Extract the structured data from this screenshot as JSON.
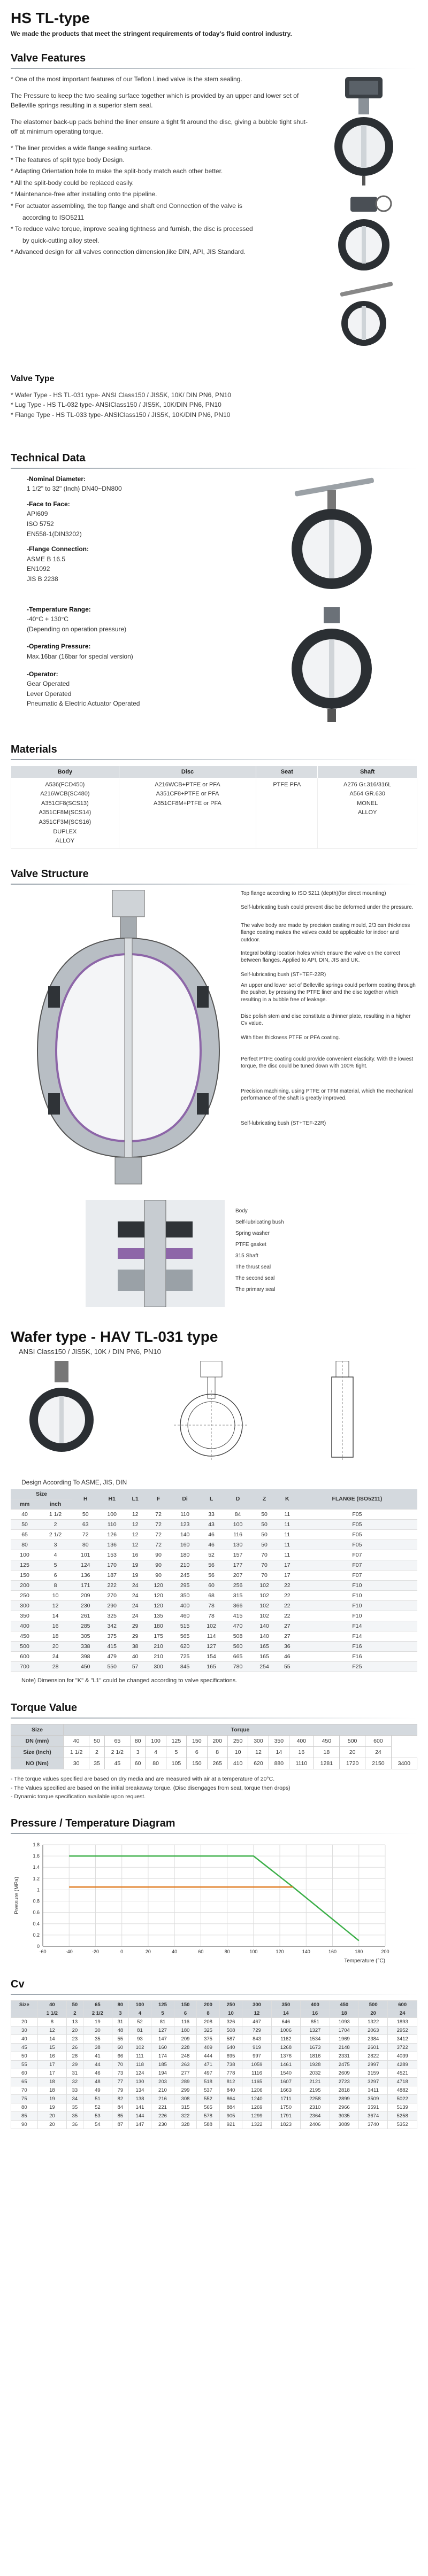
{
  "header": {
    "title": "HS TL-type",
    "intro": "We made the products that meet the stringent requirements of today's fluid control industry."
  },
  "valve_features": {
    "title": "Valve Features",
    "paragraphs": [
      "* One of the most important features of our Teflon Lined valve is the stem sealing.",
      "The Pressure to keep the two sealing surface together which is provided by an upper and lower set of Belleville springs resulting in a superior stem seal.",
      "The elastomer back-up pads behind the liner ensure a tight fit around the disc, giving a bubble tight shut-off at minimum operating torque."
    ],
    "bullets": [
      "* The liner provides a wide flange sealing surface.",
      "* The features of split type body Design.",
      "* Adapting Orientation hole to make the split-body match each other better.",
      "* All the split-body could be replaced easily.",
      "* Maintenance-free after installing onto the pipeline.",
      "* For actuator assembling, the top flange and shaft end Connection of the valve is",
      "according to ISO5211",
      "* To reduce valve torque, improve sealing tightness and furnish, the disc is processed",
      "by quick-cutting alloy steel.",
      "* Advanced design for all valves connection dimension,like DIN, API, JIS Standard."
    ]
  },
  "valve_type": {
    "title": "Valve Type",
    "items": [
      "* Wafer Type - HS TL-031 type- ANSI Class150 / JIS5K, 10K/ DIN PN6, PN10",
      "* Lug Type  - HS TL-032 type- ANSIClass150 / JIS5K, 10K/DIN PN6, PN10",
      "* Flange Type - HS TL-033 type- ANSIClass150 / JIS5K, 10K/DIN PN6, PN10"
    ]
  },
  "technical_data": {
    "title": "Technical Data",
    "nominal": {
      "label": "-Nominal Diameter:",
      "lines": [
        "1 1/2\" to 32\" (Inch) DN40~DN800"
      ]
    },
    "face": {
      "label": "-Face to Face:",
      "lines": [
        "API609",
        "ISO 5752",
        "EN558-1(DIN3202)"
      ]
    },
    "flange": {
      "label": "-Flange Connection:",
      "lines": [
        "ASME B 16.5",
        "EN1092",
        "JIS B 2238"
      ]
    },
    "temp": {
      "label": "-Temperature Range:",
      "lines": [
        "-40°C + 130°C",
        "(Depending on operation pressure)"
      ]
    },
    "pressure": {
      "label": "-Operating Pressure:",
      "lines": [
        "Max.16bar (16bar for special version)"
      ]
    },
    "operator": {
      "label": "-Operator:",
      "lines": [
        "Gear Operated",
        "Lever Operated",
        "Pneumatic & Electric Actuator Operated"
      ]
    }
  },
  "materials": {
    "title": "Materials",
    "headers": [
      "Body",
      "Disc",
      "Seat",
      "Shaft"
    ],
    "body": [
      "A536(FCD450)",
      "A216WCB(SC480)",
      "A351CF8(SCS13)",
      "A351CF8M(SCS14)",
      "A351CF3M(SCS16)",
      "DUPLEX",
      "ALLOY"
    ],
    "disc": [
      "A216WCB+PTFE or PFA",
      "A351CF8+PTFE or PFA",
      "A351CF8M+PTFE or PFA"
    ],
    "seat": [
      "PTFE PFA"
    ],
    "shaft": [
      "A276 Gr.316/316L",
      "A564 GR.630",
      "MONEL",
      "ALLOY"
    ]
  },
  "valve_structure": {
    "title": "Valve Structure",
    "callouts": [
      "Top flange according to ISO 5211 (depth)(for direct mounting)",
      "Self-lubricating bush could prevent disc be deformed under the pressure.",
      "The valve body are made by precision casting mould, 2/3 can thickness flange coating makes the valves could be applicable for indoor and outdoor.",
      "Integral bolting location holes which ensure the valve on the correct between flanges. Applied to API, DIN, JIS and UK.",
      "Self-lubricating bush (ST+TEF-22R)",
      "An upper and lower set of Belleville springs could perform coating through the pusher, by pressing the PTFE liner and the disc together which resulting in a bubble free of leakage.",
      "Disc polish stem and disc constitute a thinner plate, resulting in a higher Cv value.",
      "With fiber thickness PTFE or PFA coating.",
      "Perfect PTFE coating could provide convenient elasticity. With the lowest torque, the disc could be tuned down with 100% tight.",
      "Precision machining, using PTFE or TFM material, which the mechanical performance of the shaft is greatly improved.",
      "Self-lubricating bush (ST+TEF-22R)"
    ],
    "parts": [
      "Body",
      "Self-lubricating bush",
      "Spring washer",
      "PTFE gasket",
      "315 Shaft",
      "The thrust seal",
      "The second seal",
      "The primary seal"
    ]
  },
  "wafer": {
    "title": "Wafer type - HAV TL-031 type",
    "subtitle": "ANSI Class150 / JIS5K, 10K / DIN PN6, PN10",
    "table_title": "Design According To ASME, JIS, DIN",
    "headers": [
      "Size",
      "",
      "H",
      "H1",
      "L1",
      "F",
      "Di",
      "L",
      "D",
      "Z",
      "K",
      "FLANGE (ISO5211)"
    ],
    "subheaders": [
      "mm",
      "inch"
    ],
    "rows": [
      [
        "40",
        "1 1/2",
        "50",
        "100",
        "12",
        "72",
        "110",
        "33",
        "84",
        "50",
        "11",
        "F05"
      ],
      [
        "50",
        "2",
        "63",
        "110",
        "12",
        "72",
        "123",
        "43",
        "100",
        "50",
        "11",
        "F05"
      ],
      [
        "65",
        "2 1/2",
        "72",
        "126",
        "12",
        "72",
        "140",
        "46",
        "116",
        "50",
        "11",
        "F05"
      ],
      [
        "80",
        "3",
        "80",
        "136",
        "12",
        "72",
        "160",
        "46",
        "130",
        "50",
        "11",
        "F05"
      ],
      [
        "100",
        "4",
        "101",
        "153",
        "16",
        "90",
        "180",
        "52",
        "157",
        "70",
        "11",
        "F07"
      ],
      [
        "125",
        "5",
        "124",
        "170",
        "19",
        "90",
        "210",
        "56",
        "177",
        "70",
        "17",
        "F07"
      ],
      [
        "150",
        "6",
        "136",
        "187",
        "19",
        "90",
        "245",
        "56",
        "207",
        "70",
        "17",
        "F07"
      ],
      [
        "200",
        "8",
        "171",
        "222",
        "24",
        "120",
        "295",
        "60",
        "256",
        "102",
        "22",
        "F10"
      ],
      [
        "250",
        "10",
        "209",
        "270",
        "24",
        "120",
        "350",
        "68",
        "315",
        "102",
        "22",
        "F10"
      ],
      [
        "300",
        "12",
        "230",
        "290",
        "24",
        "120",
        "400",
        "78",
        "366",
        "102",
        "22",
        "F10"
      ],
      [
        "350",
        "14",
        "261",
        "325",
        "24",
        "135",
        "460",
        "78",
        "415",
        "102",
        "22",
        "F10"
      ],
      [
        "400",
        "16",
        "285",
        "342",
        "29",
        "180",
        "515",
        "102",
        "470",
        "140",
        "27",
        "F14"
      ],
      [
        "450",
        "18",
        "305",
        "375",
        "29",
        "175",
        "565",
        "114",
        "508",
        "140",
        "27",
        "F14"
      ],
      [
        "500",
        "20",
        "338",
        "415",
        "38",
        "210",
        "620",
        "127",
        "560",
        "165",
        "36",
        "F16"
      ],
      [
        "600",
        "24",
        "398",
        "479",
        "40",
        "210",
        "725",
        "154",
        "665",
        "165",
        "46",
        "F16"
      ],
      [
        "700",
        "28",
        "450",
        "550",
        "57",
        "300",
        "845",
        "165",
        "780",
        "254",
        "55",
        "F25"
      ]
    ],
    "note": "Note) Dimension for \"K\" & \"L1\" could be changed according to valve specifications."
  },
  "torque": {
    "title": "Torque Value",
    "group_header": "Torque",
    "size_label": "Size",
    "dn_label": "DN (mm)",
    "inch_label": "Size (Inch)",
    "nm_label": "NO (Nm)",
    "dn": [
      "40",
      "50",
      "65",
      "80",
      "100",
      "125",
      "150",
      "200",
      "250",
      "300",
      "350",
      "400",
      "450",
      "500",
      "600"
    ],
    "inch": [
      "1 1/2",
      "2",
      "2 1/2",
      "3",
      "4",
      "5",
      "6",
      "8",
      "10",
      "12",
      "14",
      "16",
      "18",
      "20",
      "24"
    ],
    "nm": [
      "30",
      "35",
      "45",
      "60",
      "80",
      "105",
      "150",
      "265",
      "410",
      "620",
      "880",
      "1110",
      "1281",
      "1720",
      "2150",
      "3400"
    ],
    "notes": [
      "- The torque values specified are based on dry media and are measured with air at a temperature of 20°C.",
      "- The Values specified are based on the initial breakaway torque. (Disc disengages from seat, torque then drops)",
      "- Dynamic torque specification available upon request."
    ]
  },
  "chart_data": {
    "type": "line",
    "title": "Pressure / Temperature Diagram",
    "xlabel": "Temperature (°C)",
    "ylabel": "Pressure (MPa)",
    "xlim": [
      -60,
      200
    ],
    "ylim": [
      0,
      1.8
    ],
    "xticks": [
      "-60",
      "-40",
      "-20",
      "0",
      "20",
      "40",
      "60",
      "80",
      "100",
      "120",
      "140",
      "160",
      "180",
      "200"
    ],
    "yticks": [
      "0",
      "0.2",
      "0.4",
      "0.6",
      "0.8",
      "1",
      "1.2",
      "1.4",
      "1.6",
      "1.8"
    ],
    "grid": true,
    "series": [
      {
        "color": "#3db04a",
        "points": [
          [
            -40,
            1.6
          ],
          [
            100,
            1.6
          ],
          [
            130,
            1.05
          ],
          [
            180,
            0.1
          ]
        ]
      },
      {
        "color": "#e07b20",
        "points": [
          [
            -40,
            1.05
          ],
          [
            130,
            1.05
          ]
        ]
      }
    ]
  },
  "cv": {
    "title": "Cv",
    "size_label": "Size",
    "dn": [
      "40",
      "50",
      "65",
      "80",
      "100",
      "125",
      "150",
      "200",
      "250",
      "300",
      "350",
      "400",
      "450",
      "500",
      "600"
    ],
    "inch": [
      "1 1/2",
      "2",
      "2 1/2",
      "3",
      "4",
      "5",
      "6",
      "8",
      "10",
      "12",
      "14",
      "16",
      "18",
      "20",
      "24"
    ],
    "rows": [
      [
        "20",
        "8",
        "13",
        "19",
        "31",
        "52",
        "81",
        "116",
        "208",
        "326",
        "467",
        "646",
        "851",
        "1093",
        "1322",
        "1893"
      ],
      [
        "30",
        "12",
        "20",
        "30",
        "48",
        "81",
        "127",
        "180",
        "325",
        "508",
        "729",
        "1006",
        "1327",
        "1704",
        "2063",
        "2952"
      ],
      [
        "40",
        "14",
        "23",
        "35",
        "55",
        "93",
        "147",
        "209",
        "375",
        "587",
        "843",
        "1162",
        "1534",
        "1969",
        "2384",
        "3412"
      ],
      [
        "45",
        "15",
        "26",
        "38",
        "60",
        "102",
        "160",
        "228",
        "409",
        "640",
        "919",
        "1268",
        "1673",
        "2148",
        "2601",
        "3722"
      ],
      [
        "50",
        "16",
        "28",
        "41",
        "66",
        "111",
        "174",
        "248",
        "444",
        "695",
        "997",
        "1376",
        "1816",
        "2331",
        "2822",
        "4039"
      ],
      [
        "55",
        "17",
        "29",
        "44",
        "70",
        "118",
        "185",
        "263",
        "471",
        "738",
        "1059",
        "1461",
        "1928",
        "2475",
        "2997",
        "4289"
      ],
      [
        "60",
        "17",
        "31",
        "46",
        "73",
        "124",
        "194",
        "277",
        "497",
        "778",
        "1116",
        "1540",
        "2032",
        "2609",
        "3159",
        "4521"
      ],
      [
        "65",
        "18",
        "32",
        "48",
        "77",
        "130",
        "203",
        "289",
        "518",
        "812",
        "1165",
        "1607",
        "2121",
        "2723",
        "3297",
        "4718"
      ],
      [
        "70",
        "18",
        "33",
        "49",
        "79",
        "134",
        "210",
        "299",
        "537",
        "840",
        "1206",
        "1663",
        "2195",
        "2818",
        "3411",
        "4882"
      ],
      [
        "75",
        "19",
        "34",
        "51",
        "82",
        "138",
        "216",
        "308",
        "552",
        "864",
        "1240",
        "1711",
        "2258",
        "2899",
        "3509",
        "5022"
      ],
      [
        "80",
        "19",
        "35",
        "52",
        "84",
        "141",
        "221",
        "315",
        "565",
        "884",
        "1269",
        "1750",
        "2310",
        "2966",
        "3591",
        "5139"
      ],
      [
        "85",
        "20",
        "35",
        "53",
        "85",
        "144",
        "226",
        "322",
        "578",
        "905",
        "1299",
        "1791",
        "2364",
        "3035",
        "3674",
        "5258"
      ],
      [
        "90",
        "20",
        "36",
        "54",
        "87",
        "147",
        "230",
        "328",
        "588",
        "921",
        "1322",
        "1823",
        "2406",
        "3089",
        "3740",
        "5352"
      ]
    ]
  }
}
